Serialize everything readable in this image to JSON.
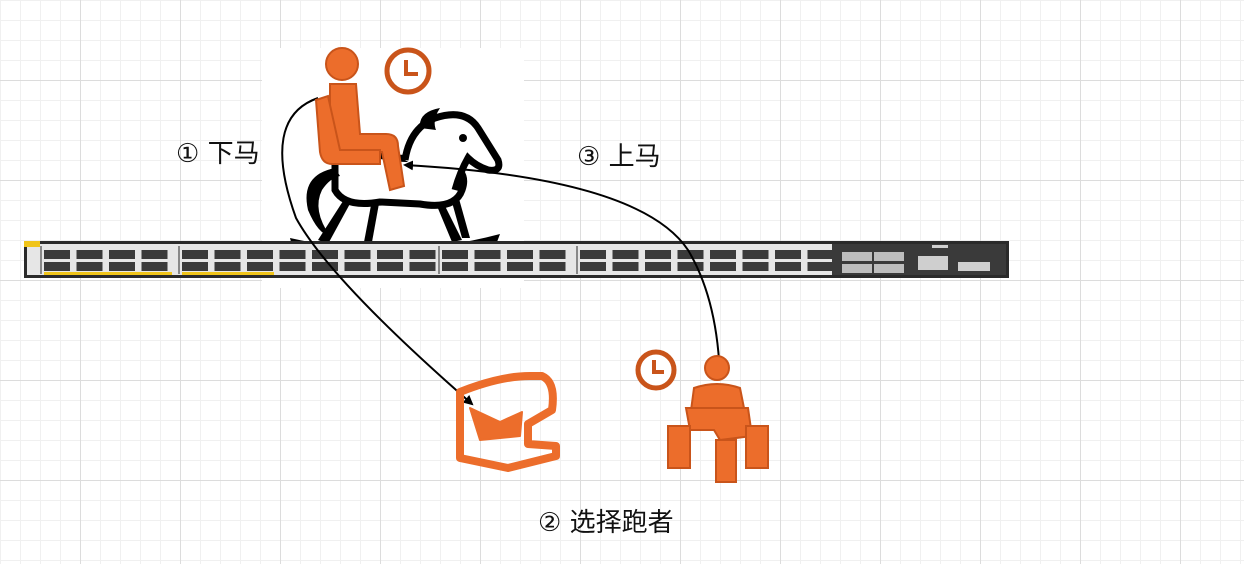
{
  "labels": {
    "step1": "① 下马",
    "step2": "② 选择跑者",
    "step3": "③ 上马"
  },
  "colors": {
    "accent": "#EC6D2B",
    "accent_dark": "#C9541A",
    "switch_body": "#2a2a2a",
    "port_led": "#f0c419",
    "arrow": "#000000"
  },
  "icons": {
    "rider": "person-riding-icon",
    "rocking_horse": "rocking-horse-icon",
    "switch": "network-switch-icon",
    "selector": "runner-selector-icon",
    "waiting_person": "person-seated-icon",
    "clock": "clock-icon"
  }
}
